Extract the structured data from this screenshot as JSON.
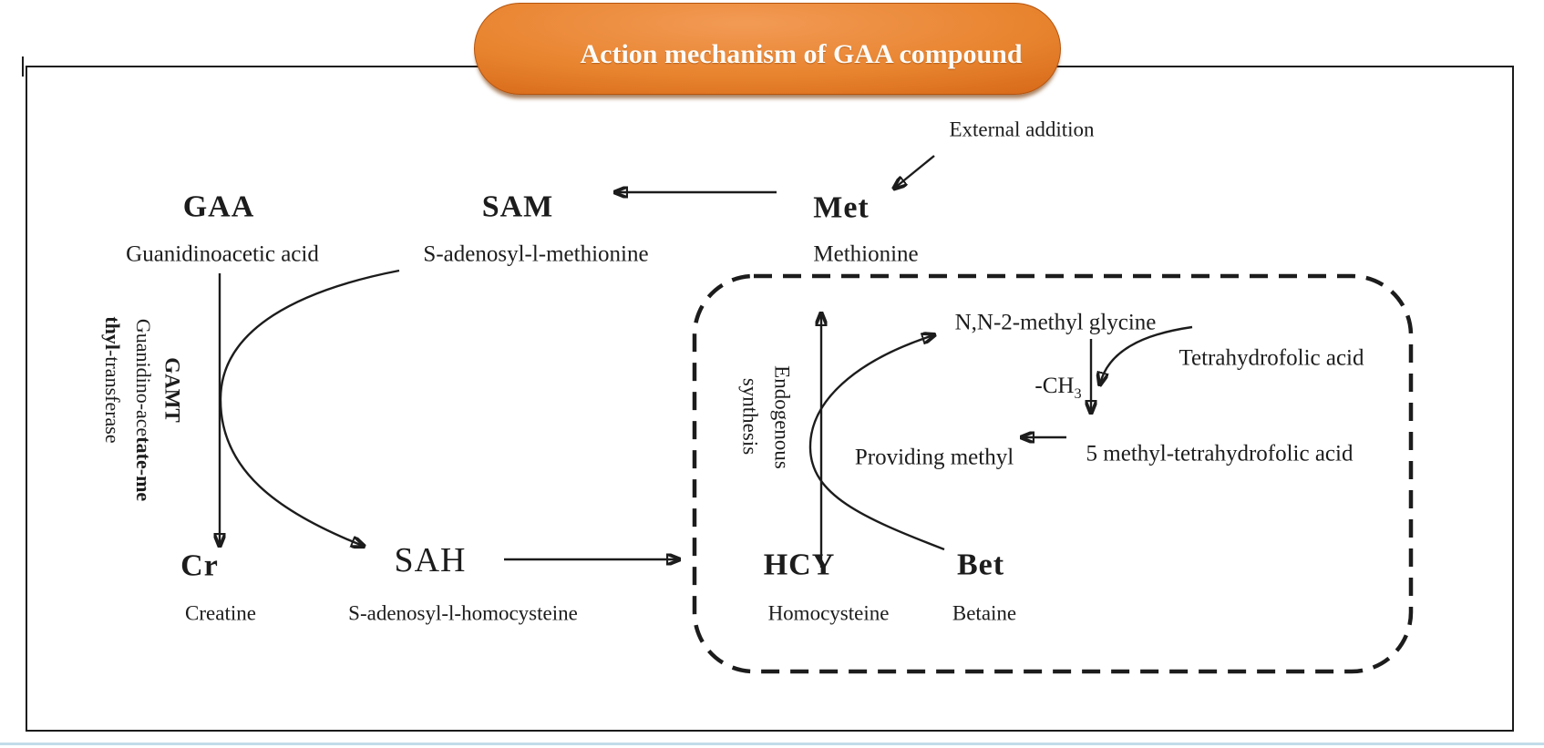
{
  "title": "Action mechanism of GAA compound",
  "colors": {
    "banner_orange": "#d96d1c",
    "banner_highlight": "#f29a55",
    "diagram_line": "#1c1c1c",
    "bottom_accent_blue": "#c2dbe8"
  },
  "labels": {
    "external_addition": "External addition",
    "gaa_abbr": "GAA",
    "gaa_full": "Guanidinoacetic acid",
    "sam_abbr": "SAM",
    "sam_full": "S-adenosyl-l-methionine",
    "met_abbr": "Met",
    "met_full": "Methionine",
    "cr_abbr": "Cr",
    "cr_full": "Creatine",
    "sah_abbr": "SAH",
    "sah_full": "S-adenosyl-l-homocysteine",
    "hcy_abbr": "HCY",
    "hcy_full": "Homocysteine",
    "bet_abbr": "Bet",
    "bet_full": "Betaine",
    "nn2_methyl_glycine": "N,N-2-methyl glycine",
    "tetrahydrofolic_acid": "Tetrahydrofolic acid",
    "ch3_prefix": "-CH",
    "ch3_sub": "3",
    "providing_methyl": "Providing methyl",
    "five_methyl_thf": "5 methyl-tetrahydrofolic acid"
  },
  "enzymes": {
    "gamt_abbr": "GAMT",
    "gamt_line2_regular": "Guanidino-ace",
    "gamt_line2_bold": "tate-me",
    "gamt_line3_bold": "thyl",
    "gamt_line3_regular": "-transferase",
    "endogenous_line1": "Endogenous",
    "endogenous_line2": "synthesis"
  }
}
